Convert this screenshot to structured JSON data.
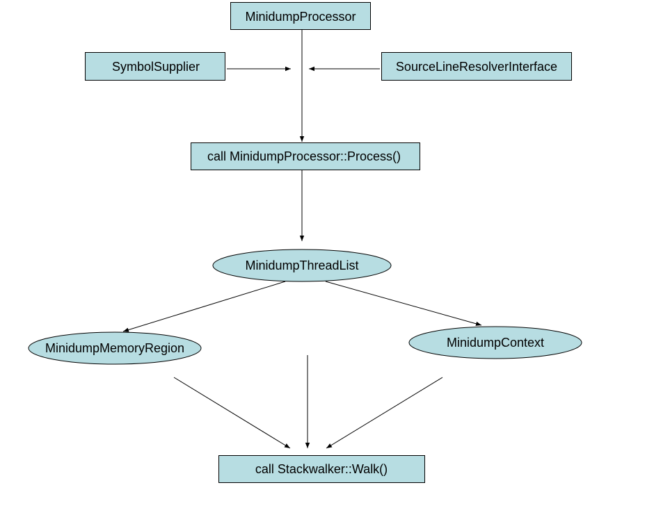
{
  "diagram": {
    "nodes": {
      "minidump_processor": "MinidumpProcessor",
      "symbol_supplier": "SymbolSupplier",
      "source_line_resolver": "SourceLineResolverInterface",
      "process_call": "call MinidumpProcessor::Process()",
      "thread_list": "MinidumpThreadList",
      "memory_region": "MinidumpMemoryRegion",
      "context": "MinidumpContext",
      "walk_call": "call Stackwalker::Walk()"
    },
    "colors": {
      "node_fill": "#b7dde2",
      "stroke": "#000000",
      "background": "#ffffff"
    }
  }
}
